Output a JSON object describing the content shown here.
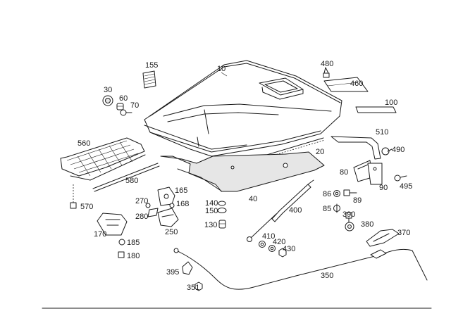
{
  "diagram": {
    "part_labels": {
      "p10": "10",
      "p20": "20",
      "p30": "30",
      "p40": "40",
      "p60": "60",
      "p70": "70",
      "p80": "80",
      "p85": "85",
      "p86": "86",
      "p89": "89",
      "p90": "90",
      "p100": "100",
      "p130": "130",
      "p140": "140",
      "p150": "150",
      "p155": "155",
      "p165": "165",
      "p168": "168",
      "p170": "170",
      "p180": "180",
      "p185": "185",
      "p250": "250",
      "p270": "270",
      "p280": "280",
      "p350": "350",
      "p351": "351",
      "p370": "370",
      "p380": "380",
      "p390": "390",
      "p395": "395",
      "p400": "400",
      "p410": "410",
      "p420": "420",
      "p430": "430",
      "p460": "460",
      "p480": "480",
      "p490": "490",
      "p495": "495",
      "p510": "510",
      "p560": "560",
      "p570": "570",
      "p580": "580"
    }
  }
}
